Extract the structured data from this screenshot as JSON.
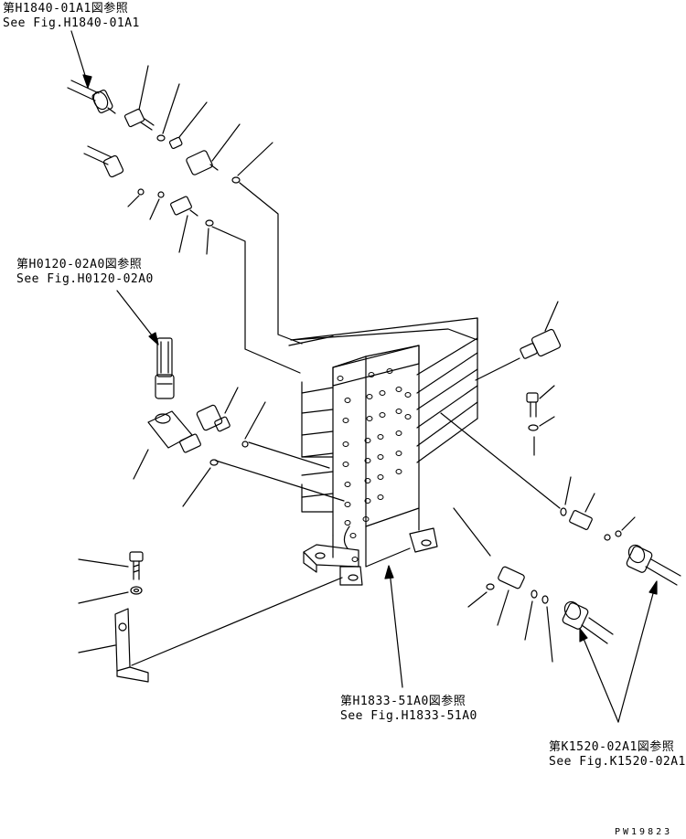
{
  "references": [
    {
      "jp": "第H1840-01A1図参照",
      "en": "See Fig.H1840-01A1"
    },
    {
      "jp": "第H0120-02A0図参照",
      "en": "See Fig.H0120-02A0"
    },
    {
      "jp": "第H1833-51A0図参照",
      "en": "See Fig.H1833-51A0"
    },
    {
      "jp": "第K1520-02A1図参照",
      "en": "See Fig.K1520-02A1"
    }
  ],
  "drawing_code": "PW19823"
}
